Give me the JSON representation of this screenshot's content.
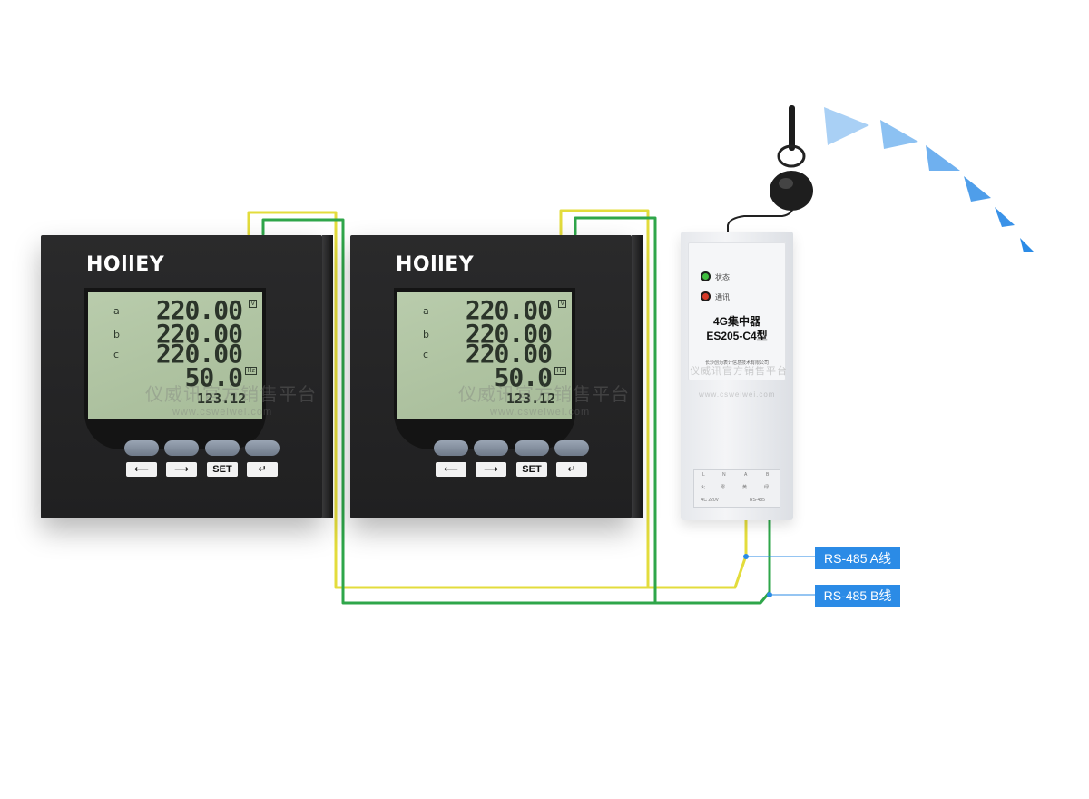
{
  "meters": [
    {
      "brand": "HOllEY",
      "rows": [
        {
          "phase": "a",
          "value": "220.00",
          "unit": "V"
        },
        {
          "phase": "b",
          "value": "220.00",
          "unit": ""
        },
        {
          "phase": "c",
          "value": "220.00",
          "unit": ""
        },
        {
          "phase": "",
          "value": "50.0",
          "unit": "Hz"
        }
      ],
      "small": "123.12",
      "keys": [
        "⟵",
        "⟶",
        "SET",
        "↵"
      ]
    },
    {
      "brand": "HOllEY",
      "rows": [
        {
          "phase": "a",
          "value": "220.00",
          "unit": "V"
        },
        {
          "phase": "b",
          "value": "220.00",
          "unit": ""
        },
        {
          "phase": "c",
          "value": "220.00",
          "unit": ""
        },
        {
          "phase": "",
          "value": "50.0",
          "unit": "Hz"
        }
      ],
      "small": "123.12",
      "keys": [
        "⟵",
        "⟶",
        "SET",
        "↵"
      ]
    }
  ],
  "concentrator": {
    "status_label": "状态",
    "comm_label": "通讯",
    "title_line1": "4G集中器",
    "title_line2": "ES205-C4型",
    "maker": "长沙创为表计信息技术有限公司",
    "terminal_labels": [
      "L",
      "N",
      "A",
      "B"
    ],
    "terminal_sublabels": [
      "火",
      "零",
      "黄",
      "绿"
    ],
    "terminal_footer": [
      "AC 220V",
      "RS-485"
    ]
  },
  "tags": {
    "a_line": "RS-485 A线",
    "b_line": "RS-485 B线"
  },
  "watermark": {
    "text": "仪威讯官方销售平台",
    "url": "www.csweiwei.com"
  },
  "colors": {
    "yellow_wire": "#e3dc3c",
    "green_wire": "#2fa64a",
    "tag_blue": "#2b8be6",
    "status_led": "#3fbf3f",
    "comm_led": "#d63a2a"
  }
}
